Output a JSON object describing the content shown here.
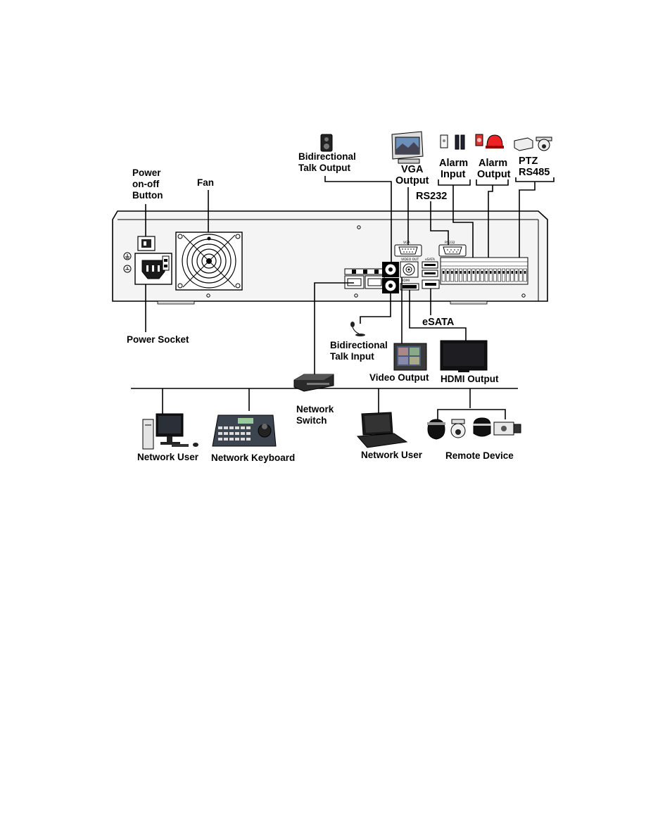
{
  "labels": {
    "power_button": [
      "Power",
      "on-off",
      "Button"
    ],
    "fan": "Fan",
    "bidirectional_talk_output": [
      "Bidirectional",
      "Talk Output"
    ],
    "vga_output": [
      "VGA",
      "Output"
    ],
    "alarm_input": [
      "Alarm",
      "Input"
    ],
    "alarm_output": [
      "Alarm",
      "Output"
    ],
    "ptz_rs485": [
      "PTZ",
      "RS485"
    ],
    "rs232": "RS232",
    "power_socket": "Power Socket",
    "esata": "eSATA",
    "bidirectional_talk_input": [
      "Bidirectional",
      "Talk Input"
    ],
    "video_output": "Video Output",
    "hdmi_output": "HDMI Output",
    "network_switch": [
      "Network",
      "Switch"
    ],
    "network_user_left": "Network User",
    "network_keyboard": "Network Keyboard",
    "network_user_right": "Network User",
    "remote_device": "Remote Device"
  },
  "panel_text": {
    "vga": "VGA",
    "rs232": "RS232",
    "video_out": "VIDEO OUT",
    "hdmi": "HDMI",
    "esata": "eSATA"
  }
}
